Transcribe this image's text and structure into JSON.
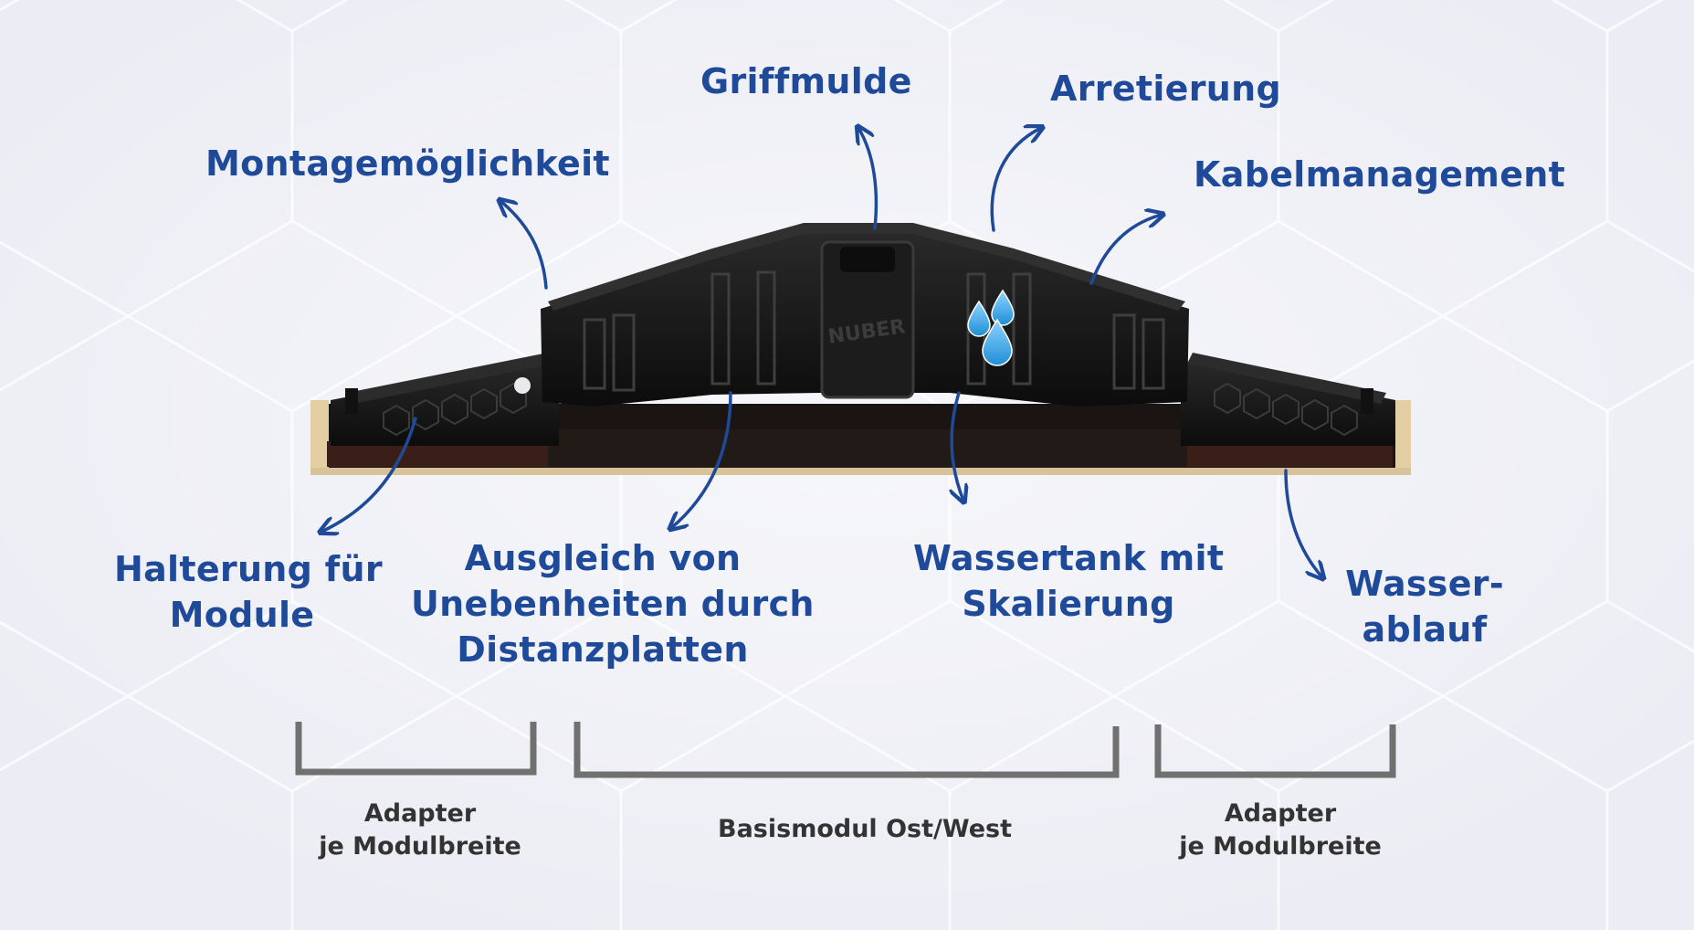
{
  "colors": {
    "background": "#ecedf4",
    "callout_text": "#1f4a99",
    "arrow": "#1f4a99",
    "bracket": "#707070",
    "caption_text": "#333333",
    "product_body": "#151515",
    "water_drop": "#3aa3e0"
  },
  "callouts": {
    "griffmulde": "Griffmulde",
    "arretierung": "Arretierung",
    "montage": "Montagemöglichkeit",
    "kabel": "Kabelmanagement",
    "halterung": [
      "Halterung für",
      "Module"
    ],
    "ausgleich": [
      "Ausgleich von",
      "Unebenheiten durch",
      "Distanzplatten"
    ],
    "wassertank": [
      "Wassertank mit",
      "Skalierung"
    ],
    "wasserablauf": [
      "Wasser-",
      "ablauf"
    ]
  },
  "product": {
    "logo_text": "NUBER",
    "icon": "water-drops-icon"
  },
  "brackets": {
    "left_adapter": [
      "Adapter",
      "je Modulbreite"
    ],
    "base_module": "Basismodul Ost/West",
    "right_adapter": [
      "Adapter",
      "je Modulbreite"
    ]
  }
}
